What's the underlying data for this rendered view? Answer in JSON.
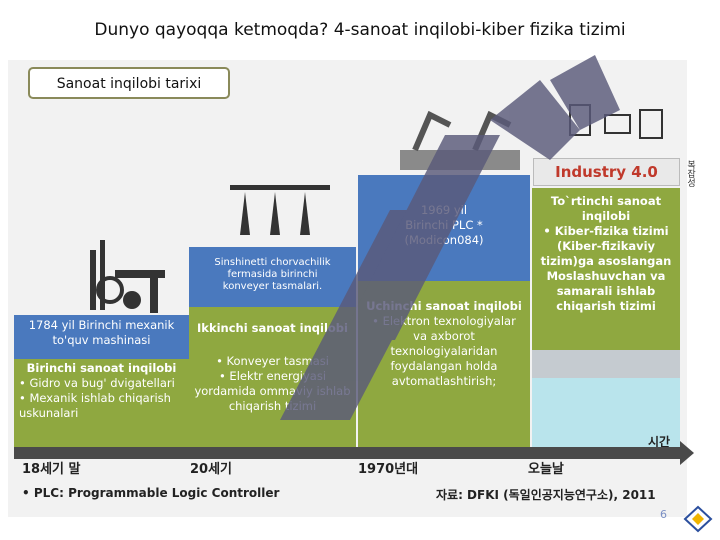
{
  "slide": {
    "title": "Dunyo qayoqqa ketmoqda? 4-sanoat inqilobi-kiber fizika tizimi",
    "badge": "Sanoat inqilobi tarixi",
    "page_number": "6"
  },
  "columns": [
    {
      "top_text": "1784 yil Birinchi mexanik to'quv mashinasi",
      "heading": "Birinchi sanoat inqilobi",
      "bullets": [
        "• Gidro va bug' dvigatellari",
        "• Mexanik ishlab chiqarish uskunalari"
      ]
    },
    {
      "top_text": "Sinshinetti chorvachilik fermasida birinchi konveyer tasmalari.",
      "heading": "Ikkinchi sanoat inqilobi",
      "bullets": [
        "• Konveyer tasmasi",
        "• Elektr energiyasi yordamida ommaviy ishlab chiqarish tizimi"
      ]
    },
    {
      "top_text_lines": [
        "1969 yil",
        "Birinchi PLC *",
        "(Modicon084)"
      ],
      "heading": "Uchinchi sanoat inqilobi",
      "bullets": [
        "• Elektron texnologiyalar va axborot texnologiyalaridan foydalangan holda avtomatlashtirish;"
      ]
    },
    {
      "label": "Industry 4.0",
      "heading": "To`rtinchi sanoat inqilobi",
      "bullets": [
        "• Kiber-fizika tizimi (Kiber-fizikaviy tizim)ga asoslangan Moslashuvchan va samarali ishlab chiqarish tizimi"
      ]
    }
  ],
  "timeline": {
    "eras": [
      "18세기 말",
      "20세기",
      "1970년대",
      "오늘날"
    ],
    "axis_label": "시간",
    "side_label": "복잡성"
  },
  "footnotes": {
    "plc": "• PLC: Programmable Logic Controller",
    "source": "자료: DFKI (독일인공지능연구소), 2011"
  },
  "colors": {
    "blue": "#4a79be",
    "green": "#8fa840",
    "teal": "#b9e4ec",
    "watermark": "#5a5a7a",
    "industry_red": "#c0392b"
  }
}
